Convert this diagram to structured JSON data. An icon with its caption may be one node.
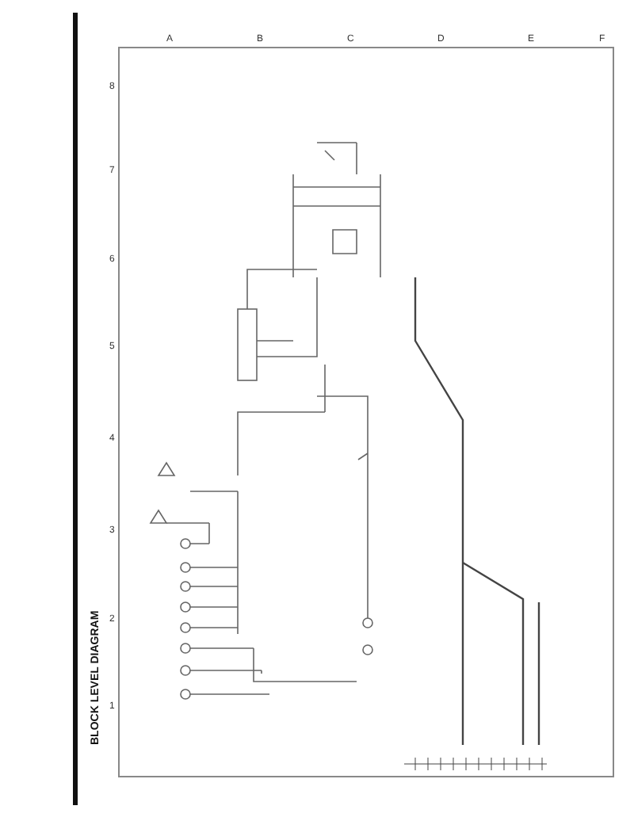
{
  "diagram": {
    "title": "BLOCK LEVEL DIAGRAM",
    "labels": [
      "A",
      "B",
      "C",
      "D",
      "E",
      "F",
      "8",
      "7",
      "6",
      "5",
      "4",
      "3",
      "2",
      "1"
    ]
  }
}
